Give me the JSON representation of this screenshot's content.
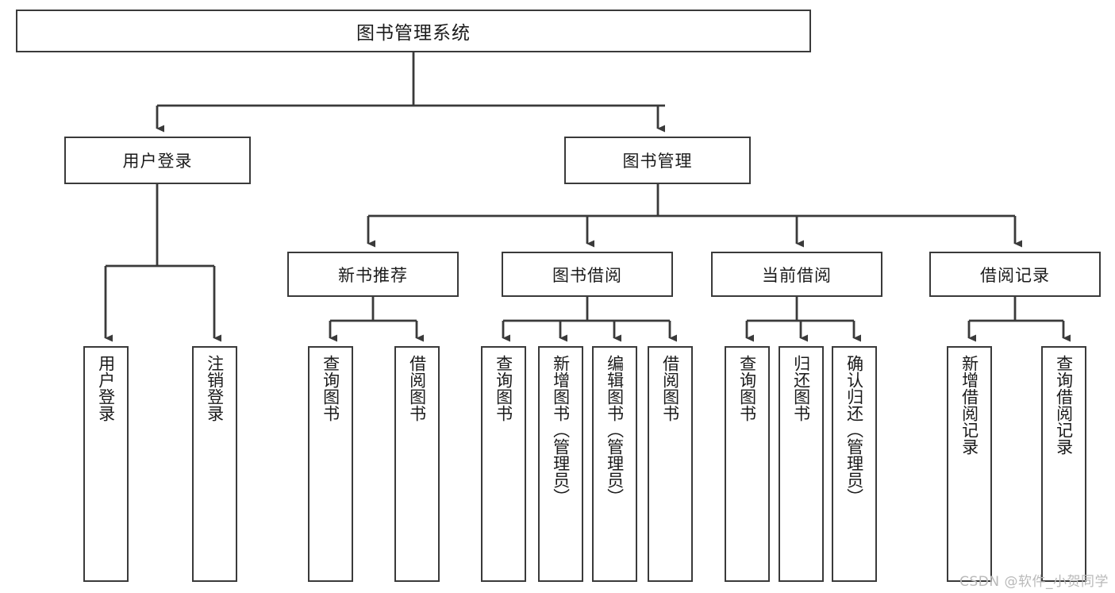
{
  "diagram": {
    "title": "图书管理系统",
    "type": "tree-hierarchy",
    "root": {
      "label": "图书管理系统"
    },
    "level2": [
      {
        "label": "用户登录"
      },
      {
        "label": "图书管理"
      }
    ],
    "level3": [
      {
        "label": "新书推荐",
        "parent": "图书管理"
      },
      {
        "label": "图书借阅",
        "parent": "图书管理"
      },
      {
        "label": "当前借阅",
        "parent": "图书管理"
      },
      {
        "label": "借阅记录",
        "parent": "图书管理"
      }
    ],
    "leaves": {
      "user_login": [
        {
          "label": "用户登录"
        },
        {
          "label": "注销登录"
        }
      ],
      "new_book": [
        {
          "label": "查询图书"
        },
        {
          "label": "借阅图书"
        }
      ],
      "book_borrow": [
        {
          "label": "查询图书"
        },
        {
          "label": "新增图书（管理员）"
        },
        {
          "label": "编辑图书（管理员）"
        },
        {
          "label": "借阅图书"
        }
      ],
      "current_borrow": [
        {
          "label": "查询图书"
        },
        {
          "label": "归还图书"
        },
        {
          "label": "确认归还（管理员）"
        }
      ],
      "borrow_record": [
        {
          "label": "新增借阅记录"
        },
        {
          "label": "查询借阅记录"
        }
      ]
    }
  },
  "watermark": {
    "text": "CSDN @软件_小贺同学"
  },
  "colors": {
    "stroke": "#3a3a3a",
    "text": "#1b1b1b",
    "background": "#ffffff",
    "watermark": "#b9b9b9"
  }
}
